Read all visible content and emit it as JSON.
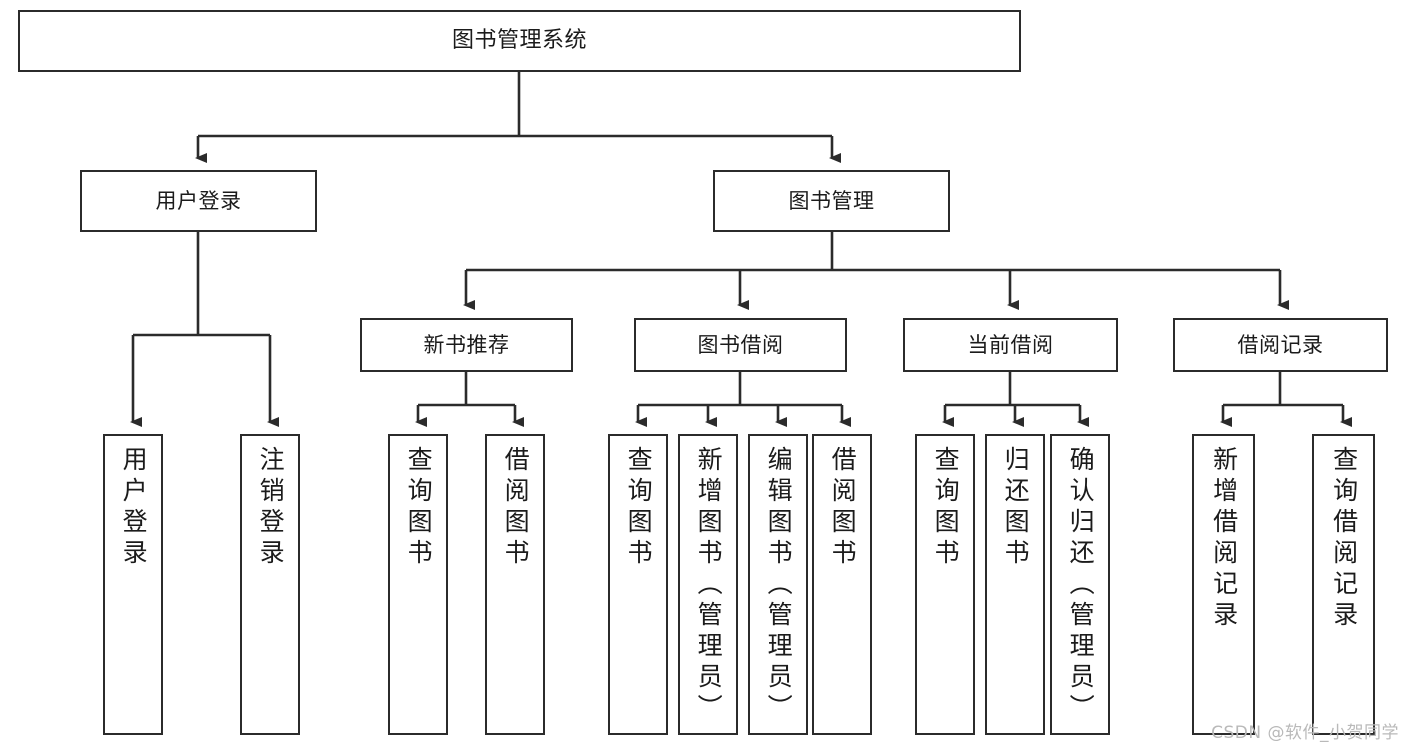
{
  "diagram": {
    "title": "图书管理系统",
    "type": "tree",
    "root": {
      "id": "root",
      "label": "图书管理系统"
    },
    "level1": [
      {
        "id": "user-login",
        "label": "用户登录"
      },
      {
        "id": "book-manage",
        "label": "图书管理"
      }
    ],
    "level2": [
      {
        "id": "new-book-recommend",
        "label": "新书推荐",
        "parent": "book-manage"
      },
      {
        "id": "book-borrow",
        "label": "图书借阅",
        "parent": "book-manage"
      },
      {
        "id": "current-borrow",
        "label": "当前借阅",
        "parent": "book-manage"
      },
      {
        "id": "borrow-record",
        "label": "借阅记录",
        "parent": "book-manage"
      }
    ],
    "leaves": {
      "user_login": [
        {
          "id": "leaf-user-login",
          "label": "用户登录"
        },
        {
          "id": "leaf-user-logout",
          "label": "注销登录"
        }
      ],
      "new_book_recommend": [
        {
          "id": "leaf-query-book-1",
          "label": "查询图书"
        },
        {
          "id": "leaf-borrow-book-1",
          "label": "借阅图书"
        }
      ],
      "book_borrow": [
        {
          "id": "leaf-query-book-2",
          "label": "查询图书"
        },
        {
          "id": "leaf-add-book",
          "label": "新增图书（管理员）"
        },
        {
          "id": "leaf-edit-book",
          "label": "编辑图书（管理员）"
        },
        {
          "id": "leaf-borrow-book-2",
          "label": "借阅图书"
        }
      ],
      "current_borrow": [
        {
          "id": "leaf-query-book-3",
          "label": "查询图书"
        },
        {
          "id": "leaf-return-book",
          "label": "归还图书"
        },
        {
          "id": "leaf-confirm-return",
          "label": "确认归还（管理员）"
        }
      ],
      "borrow_record": [
        {
          "id": "leaf-add-record",
          "label": "新增借阅记录"
        },
        {
          "id": "leaf-query-record",
          "label": "查询借阅记录"
        }
      ]
    }
  },
  "watermark": {
    "text": "CSDN @软件_小贺同学"
  },
  "colors": {
    "stroke": "#2b2b2b",
    "fill": "#ffffff",
    "text": "#1b1b1b",
    "watermark": "#b9b9b9"
  }
}
